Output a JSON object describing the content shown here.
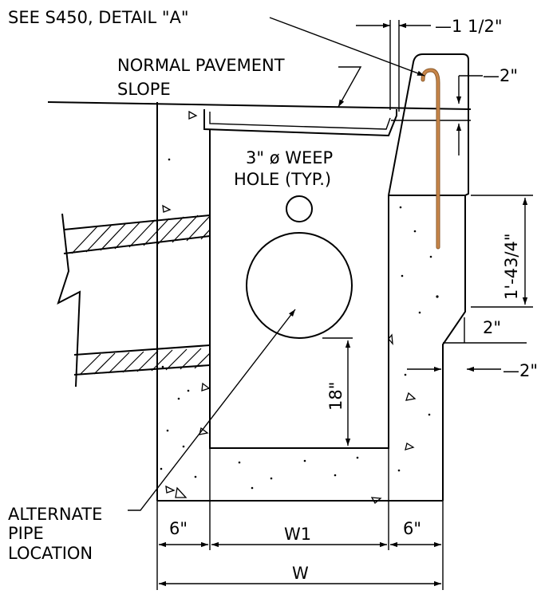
{
  "labels": {
    "callout_detail": "SEE S450, DETAIL \"A\"",
    "pavement_line1": "NORMAL PAVEMENT",
    "pavement_line2": "SLOPE",
    "weep_line1": "3\" ø WEEP",
    "weep_line2": "HOLE (TYP.)",
    "pipe_line1": "ALTERNATE",
    "pipe_line2": "PIPE",
    "pipe_line3": "LOCATION"
  },
  "dimensions": {
    "curb_offset": "1 1/2\"",
    "top_drop": "2\"",
    "curb_height": "1'-43/4\"",
    "step_left": "2\"",
    "step_right": "2\"",
    "pipe_invert": "18\"",
    "left_wall": "6\"",
    "inner_width": "W1",
    "right_wall": "6\"",
    "total_width": "W"
  },
  "colors": {
    "line": "#000000",
    "rebar": "#c8864a",
    "rebar_outline": "#8a5a2b",
    "background": "#ffffff"
  }
}
